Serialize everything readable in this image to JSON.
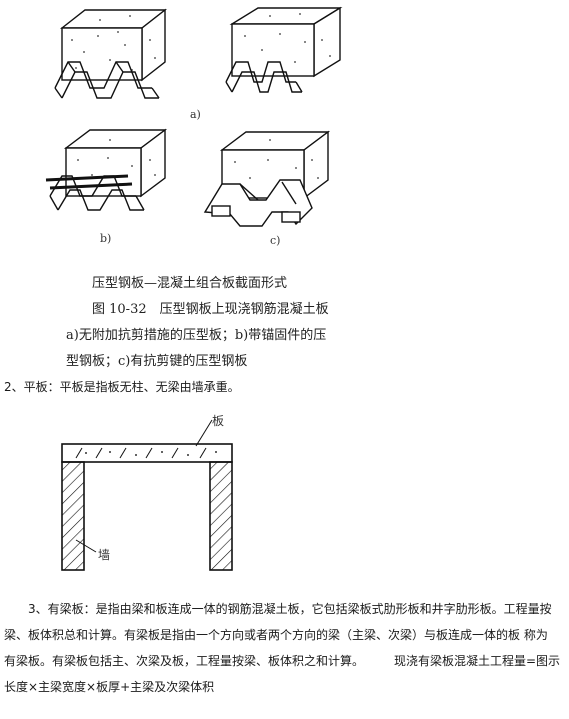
{
  "figure": {
    "label_a": "a)",
    "label_b": "b)",
    "label_c": "c)",
    "caption_title": "压型钢板—混凝土组合板截面形式",
    "caption_fig": "图 10-32　压型钢板上现浇钢筋混凝土板",
    "caption_desc_1": "a)无附加抗剪措施的压型板；b)带锚固件的压",
    "caption_desc_2": "型钢板；c)有抗剪键的压型钢板"
  },
  "section2": {
    "text": "2、平板：平板是指板无柱、无梁由墙承重。"
  },
  "diagram2": {
    "label_slab": "板",
    "label_wall": "墙"
  },
  "section3": {
    "line1": "　　3、有梁板：是指由梁和板连成一体的钢筋混凝土板，它包括梁板式肋形板和井字肋形板。工程量按",
    "line2": "梁、板体积总和计算。有梁板是指由一个方向或者两个方向的梁（主梁、次梁）与板连成一体的板 称为",
    "line3": "有梁板。有梁板包括主、次梁及板，工程量按梁、板体积之和计算。　　　现浇有梁板混凝土工程量=图示",
    "line4": "长度×主梁宽度×板厚+主梁及次梁体积"
  }
}
